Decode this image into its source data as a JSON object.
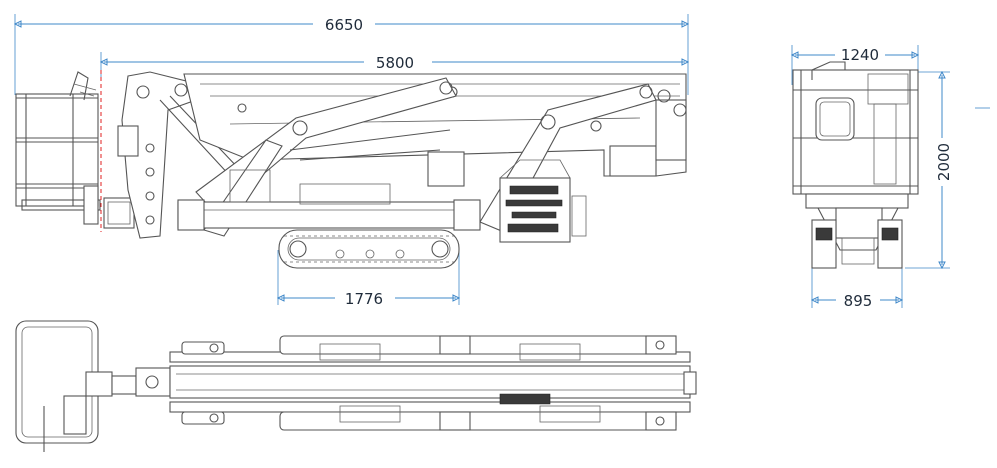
{
  "dimensions": {
    "overall_length": "6650",
    "boom_length": "5800",
    "track_length": "1776",
    "front_width": "1240",
    "track_width": "895",
    "stowed_height": "2000"
  },
  "colors": {
    "dimension_line": "#3f88c9",
    "outline": "#555555",
    "marker": "#e02020",
    "text": "#1f2b3a"
  }
}
